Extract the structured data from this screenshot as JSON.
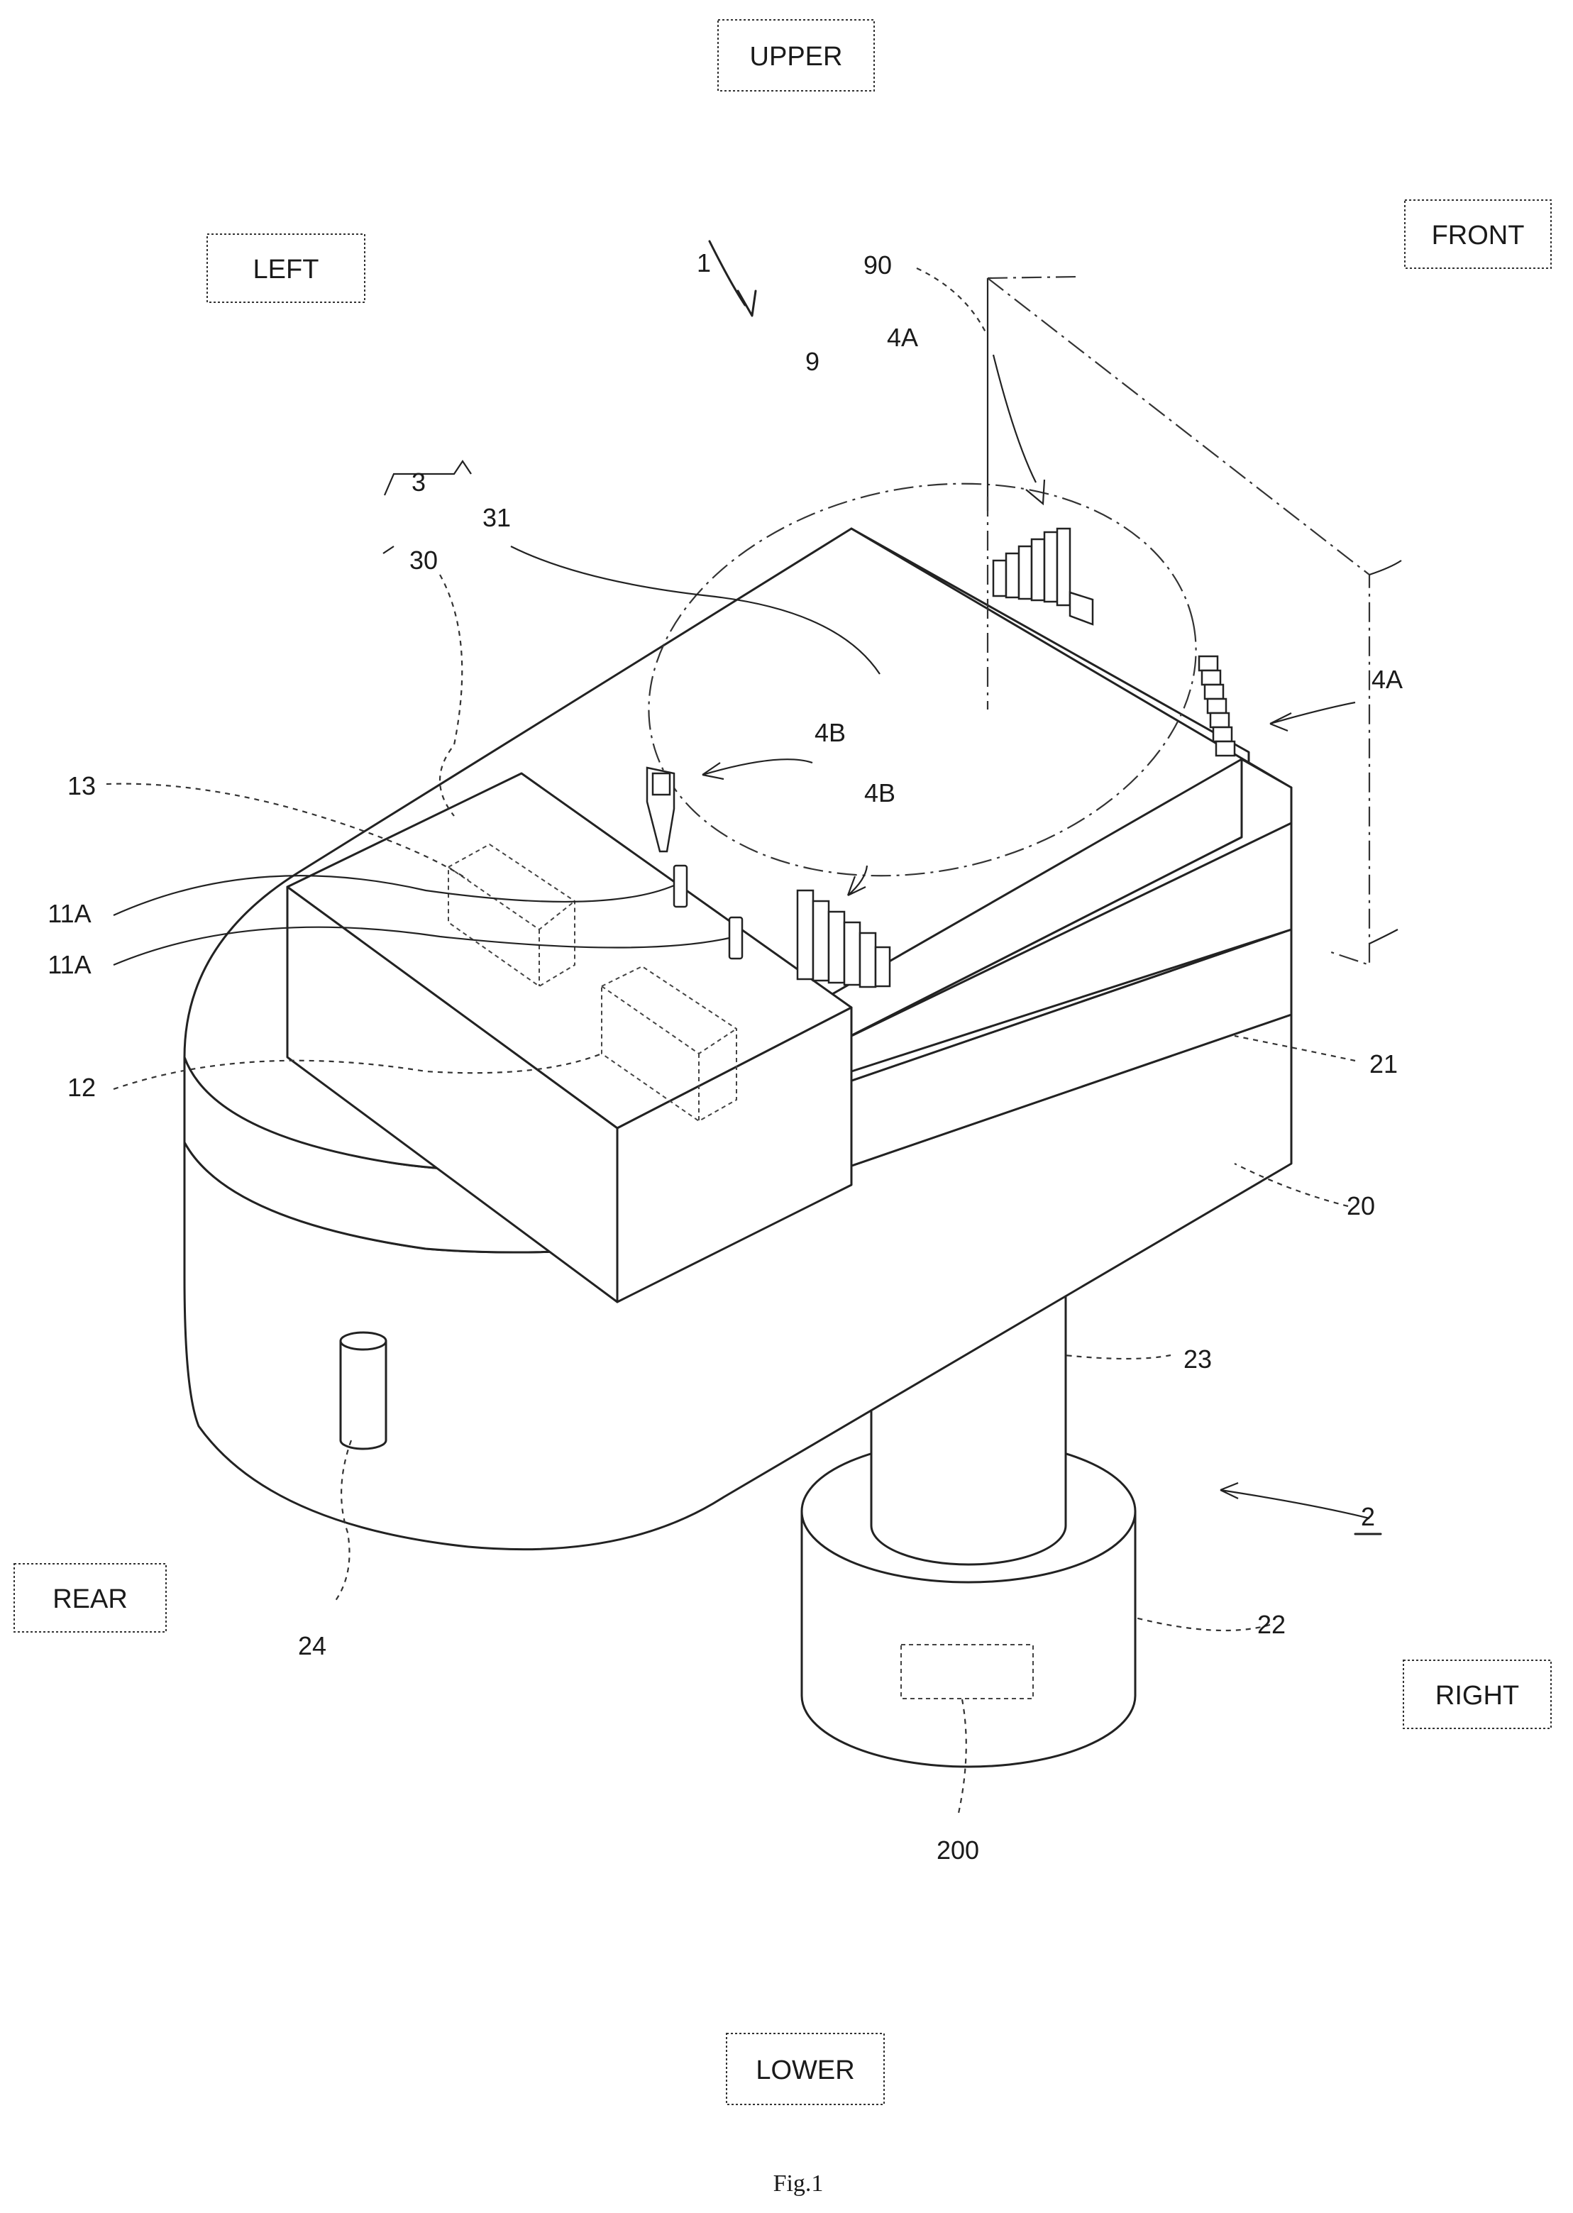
{
  "direction_labels": {
    "upper": "UPPER",
    "lower": "LOWER",
    "left": "LEFT",
    "right": "RIGHT",
    "front": "FRONT",
    "rear": "REAR"
  },
  "reference_labels": {
    "r1": "1",
    "r2": "2",
    "r3": "3",
    "r9": "9",
    "r90": "90",
    "r30": "30",
    "r31": "31",
    "r4A_top": "4A",
    "r4A_right": "4A",
    "r4B_upper": "4B",
    "r4B_lower": "4B",
    "r13": "13",
    "r11A_upper": "11A",
    "r11A_lower": "11A",
    "r12": "12",
    "r21": "21",
    "r20": "20",
    "r23": "23",
    "r22": "22",
    "r24": "24",
    "r200": "200"
  },
  "caption": "Fig.1"
}
